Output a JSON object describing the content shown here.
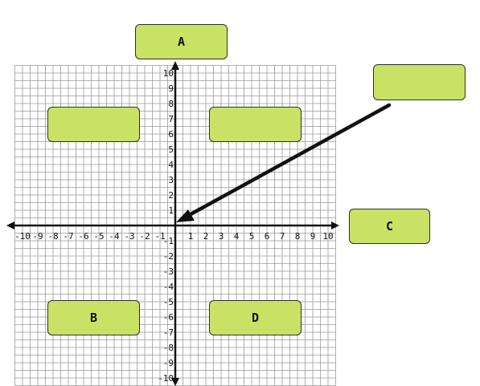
{
  "colors": {
    "box_fill": "#c9e265",
    "box_border": "#2e2e2e",
    "grid": "#9a9a9a",
    "axis": "#111111",
    "arrow": "#111111"
  },
  "plane": {
    "x_min": -10,
    "x_max": 10,
    "y_min": -10,
    "y_max": 10,
    "x_tick_labels": [
      "-10",
      "-9",
      "-8",
      "-7",
      "-6",
      "-5",
      "-4",
      "-3",
      "-2",
      "-1",
      "1",
      "2",
      "3",
      "4",
      "5",
      "6",
      "7",
      "8",
      "9",
      "10"
    ],
    "y_tick_labels": [
      "10",
      "9",
      "8",
      "7",
      "6",
      "5",
      "4",
      "3",
      "2",
      "1",
      "-1",
      "-2",
      "-3",
      "-4",
      "-5",
      "-6",
      "-7",
      "-8",
      "-9",
      "-10"
    ]
  },
  "labels": {
    "top": "A",
    "quadrant_ii": "",
    "quadrant_i": "",
    "origin_pointer": "",
    "right": "C",
    "quadrant_iii": "B",
    "quadrant_iv": "D"
  }
}
